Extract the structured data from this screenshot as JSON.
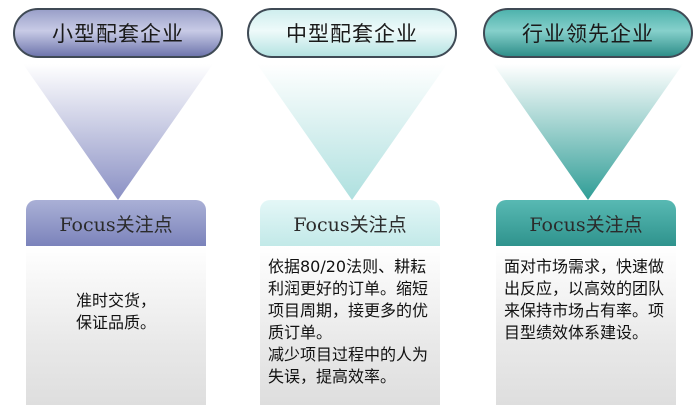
{
  "columns": [
    {
      "title": "小型配套企业",
      "focus_label": "Focus关注点",
      "body": "准时交货，\n保证品质。",
      "colors": {
        "pill": "#9aa0c9",
        "triangle": "#8a90c4",
        "header": "#7b83bb"
      }
    },
    {
      "title": "中型配套企业",
      "focus_label": "Focus关注点",
      "body": "依据80/20法则、耕耘利润更好的订单。缩短项目周期，接更多的优质订单。\n减少项目过程中的人为失误，提高效率。",
      "colors": {
        "pill": "#cfeeee",
        "triangle": "#aee0df",
        "header": "#c2e9e8"
      }
    },
    {
      "title": "行业领先企业",
      "focus_label": "Focus关注点",
      "body": "面对市场需求，快速做出反应，以高效的团队来保持市场占有率。项目型绩效体系建设。",
      "colors": {
        "pill": "#4fb3ad",
        "triangle": "#2f9d96",
        "header": "#2f938d"
      }
    }
  ]
}
